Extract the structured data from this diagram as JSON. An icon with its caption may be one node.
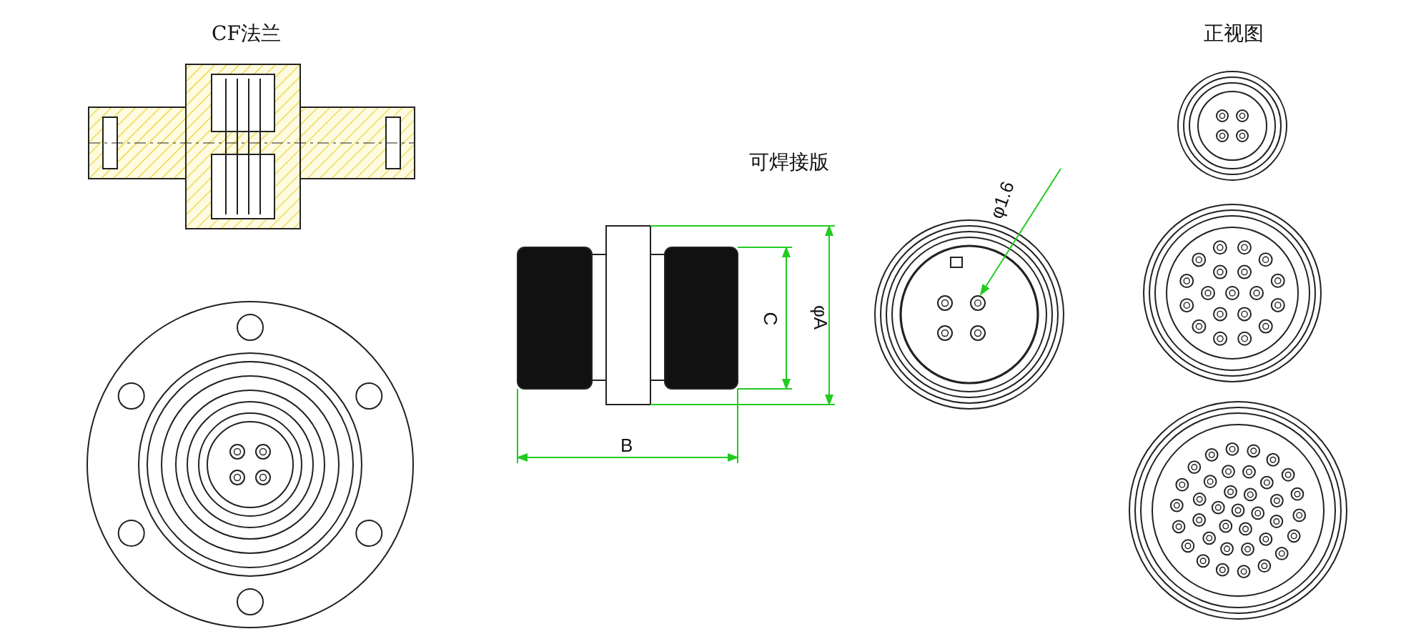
{
  "diagram": {
    "nodes": [
      {
        "text": [
          "φ1.6"
        ]
      },
      {
        "text": [],
        "shape": "circle"
      }
    ],
    "edges": [
      {
        "from": 0,
        "to": 1,
        "arrow": "to"
      }
    ],
    "labels": [
      "CF法兰",
      "正视图",
      "可焊接版",
      "C",
      "φA",
      "B"
    ]
  }
}
